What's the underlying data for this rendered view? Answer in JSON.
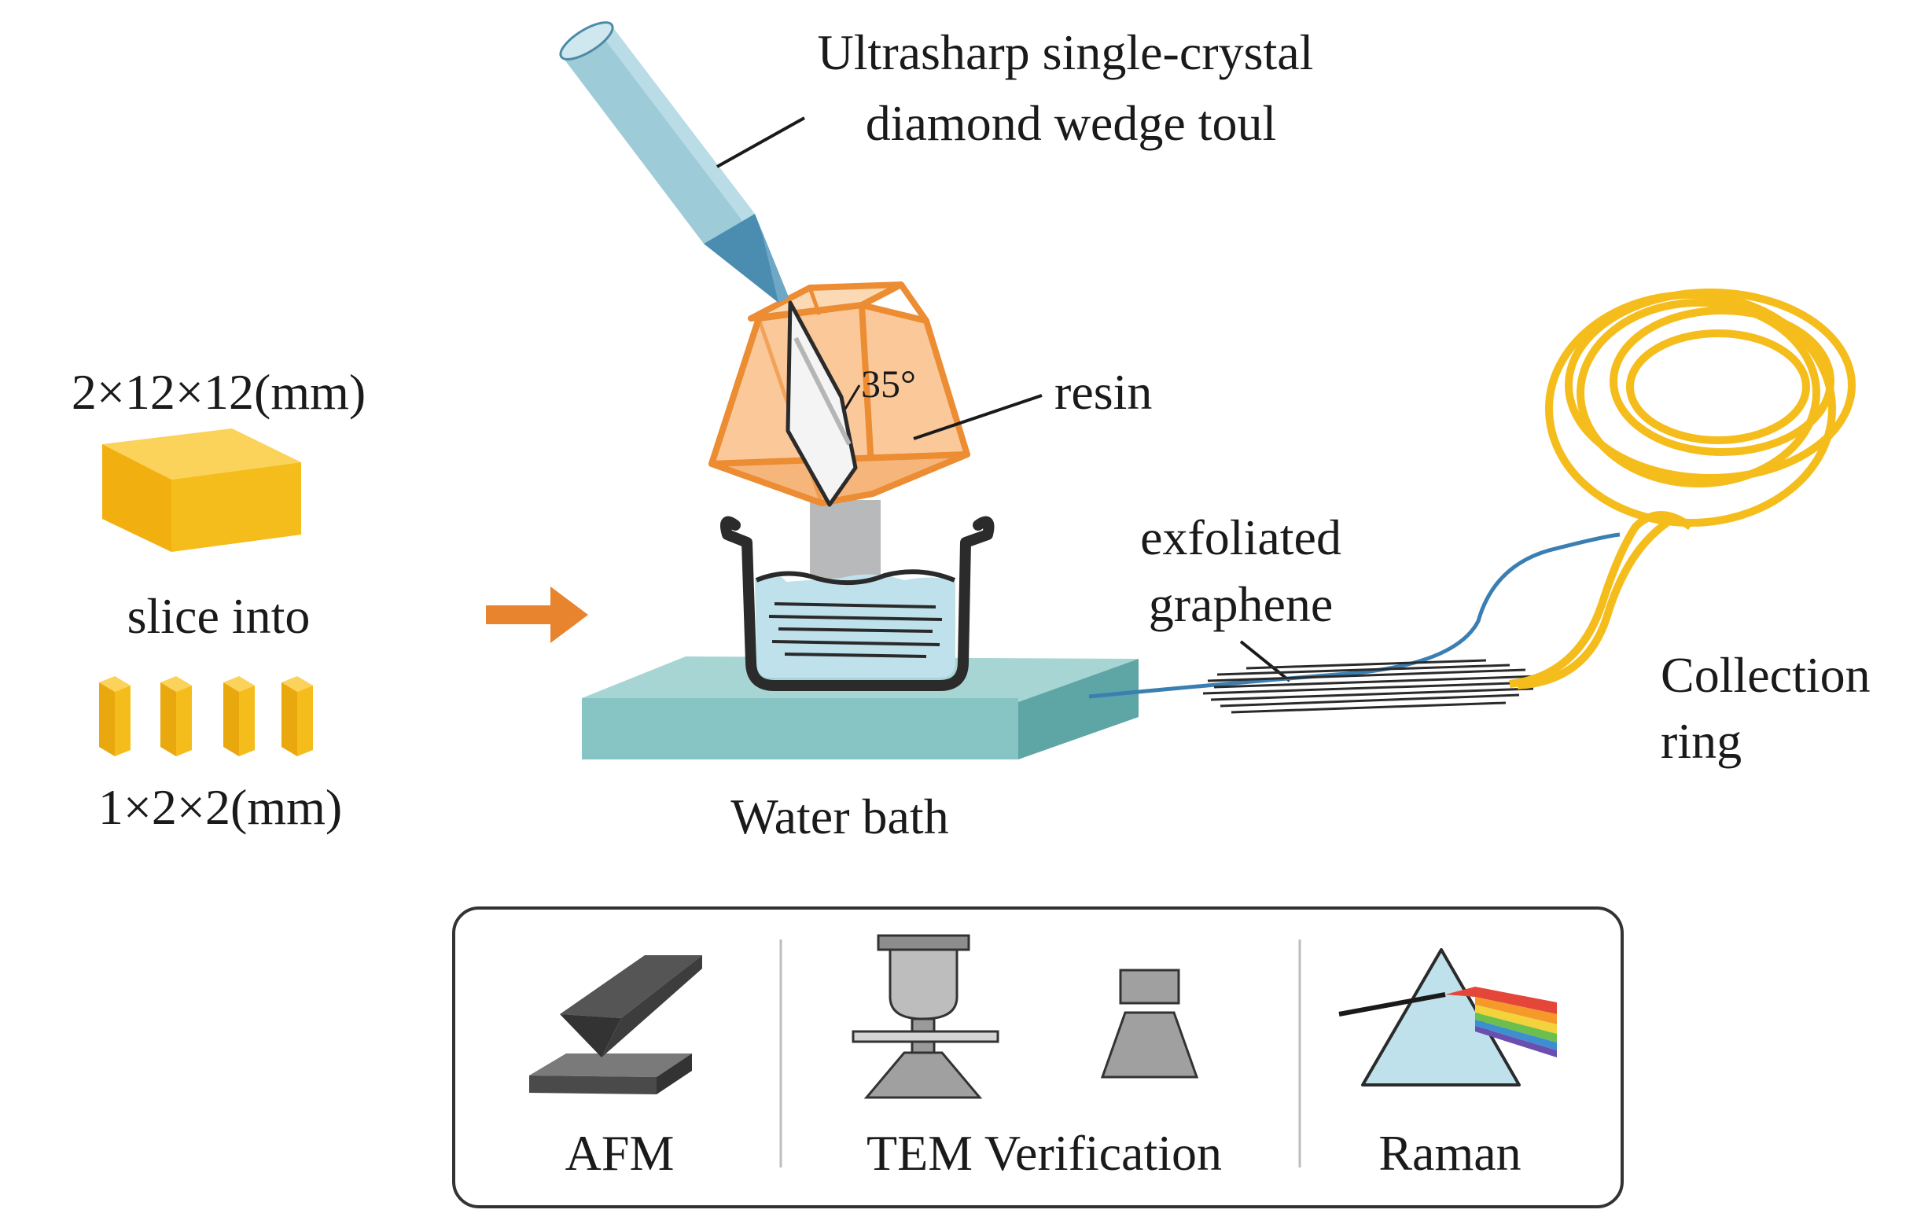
{
  "labels": {
    "tool_line1": "Ultrasharp single-crystal",
    "tool_line2": "diamond wedge toul",
    "angle": "35°",
    "resin": "resin",
    "big_dims": "2×12×12(mm)",
    "slice_into": "slice into",
    "small_dims": "1×2×2(mm)",
    "water_bath": "Water bath",
    "graphene_line1": "exfoliated",
    "graphene_line2": "graphene",
    "ring_line1": "Collection",
    "ring_line2": "ring"
  },
  "verification": {
    "afm": "AFM",
    "tem": "TEM Verification",
    "raman": "Raman"
  },
  "colors": {
    "gold": "#f5bd1c",
    "tool_blue": "#9ecbd8",
    "resin_orange": "#fbc89a",
    "resin_edge": "#ec8c33",
    "slab_teal": "#86c5c4",
    "arrow_orange": "#e8842e",
    "water": "#bfe1ec"
  },
  "icons": [
    "arrow-right-icon",
    "afm-icon",
    "tem-icon",
    "detector-icon",
    "prism-icon"
  ]
}
